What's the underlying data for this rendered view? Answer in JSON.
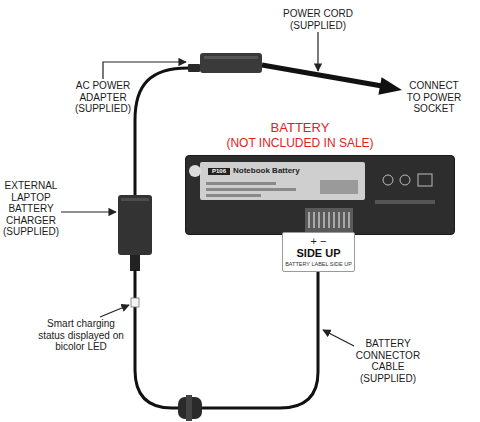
{
  "diagram": {
    "nodes": [
      {
        "text": [
          "P106",
          "Notebook Battery"
        ]
      },
      {
        "text": [
          "+ −",
          "SIDE UP",
          "BATTERY LABEL SIDE UP"
        ]
      }
    ],
    "labels": [
      "POWER CORD (SUPPLIED)",
      "AC POWER ADAPTER (SUPPLIED)",
      "CONNECT TO POWER SOCKET",
      "BATTERY",
      "(NOT INCLUDED IN SALE)",
      "EXTERNAL LAPTOP BATTERY CHARGER (SUPPLIED)",
      "Smart charging status displayed on bicolor LED",
      "BATTERY CONNECTOR CABLE (SUPPLIED)"
    ]
  }
}
